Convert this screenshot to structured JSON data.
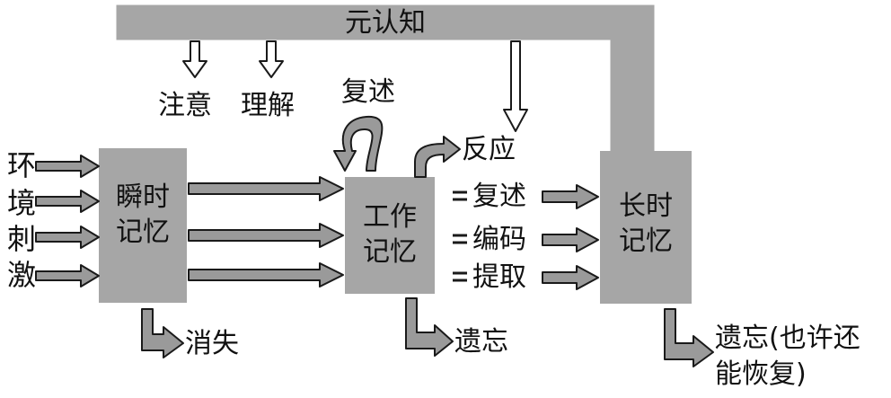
{
  "metacognition": "元认知",
  "attention": "注意",
  "comprehension": "理解",
  "rehearsal_loop": "复述",
  "response": "反应",
  "environment_stimulus": [
    "环",
    "境",
    "刺",
    "激"
  ],
  "sensory_memory": {
    "line1": "瞬时",
    "line2": "记忆"
  },
  "working_memory": {
    "line1": "工作",
    "line2": "记忆"
  },
  "long_term_memory": {
    "line1": "长时",
    "line2": "记忆"
  },
  "transfer_processes": [
    "复述",
    "编码",
    "提取"
  ],
  "sensory_loss": "消失",
  "working_forgetting": "遗忘",
  "long_term_forgetting": {
    "line1": "遗忘(也许还",
    "line2": "能恢复)"
  },
  "colors": {
    "box_fill": "#a6a6a6",
    "band_fill": "#a6a6a6",
    "arrow_fill": "#9a9a9a",
    "stroke": "#1a1a1a"
  }
}
